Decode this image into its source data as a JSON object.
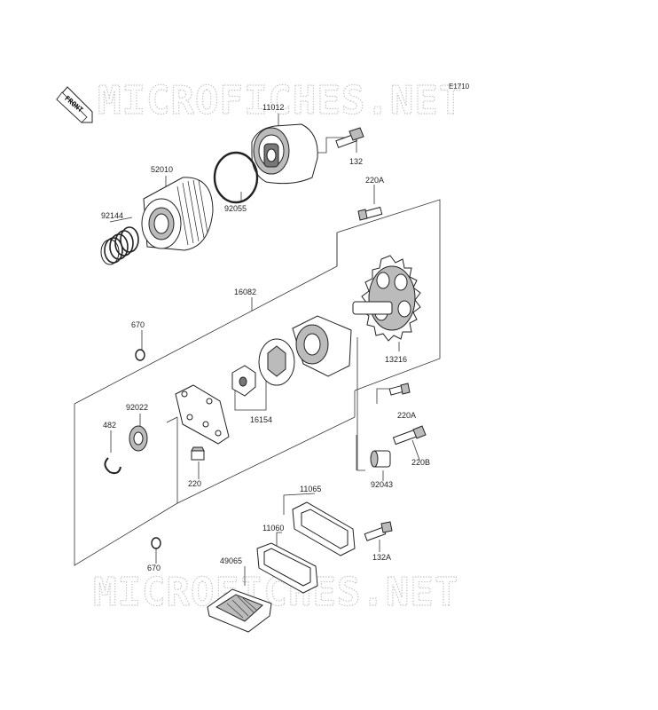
{
  "diagram": {
    "code": "E1710",
    "watermark": "MICROFICHES.NET",
    "front_label": "FRONT",
    "part_numbers": {
      "p11012": "11012",
      "p132": "132",
      "p52010": "52010",
      "p92144": "92144",
      "p92055": "92055",
      "p220A_top": "220A",
      "p16082": "16082",
      "p670_top": "670",
      "p13216": "13216",
      "p16154": "16154",
      "p92022": "92022",
      "p482": "482",
      "p220A_mid": "220A",
      "p220B": "220B",
      "p220": "220",
      "p92043": "92043",
      "p11065": "11065",
      "p11060": "11060",
      "p132A": "132A",
      "p49065": "49065",
      "p670_bot": "670"
    }
  }
}
